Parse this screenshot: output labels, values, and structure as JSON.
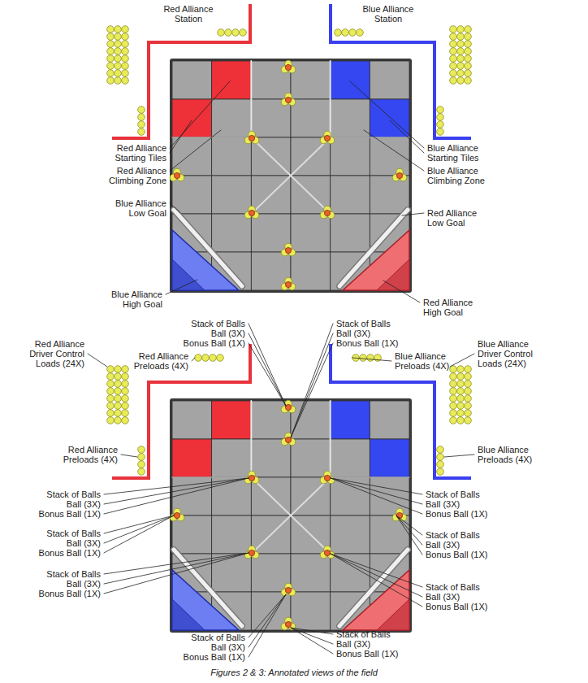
{
  "diagram": {
    "caption": "Figures 2 & 3: Annotated views of the field",
    "labels": [
      "Red Alliance Station",
      "Blue Alliance Station",
      "Red Alliance Starting Tiles",
      "Blue Alliance Starting Tiles",
      "Red Alliance Climbing Zone",
      "Blue Alliance Climbing Zone",
      "Blue Alliance Low Goal",
      "Red Alliance Low Goal",
      "Blue Alliance High Goal",
      "Red Alliance High Goal",
      "Stack of Balls",
      "Ball (3X)",
      "Bonus Ball (1X)",
      "Stack of Balls",
      "Ball (3X)",
      "Bonus Ball (1X)",
      "Red Alliance Driver Control Loads (24X)",
      "Red Alliance Preloads (4X)",
      "Blue Alliance Preloads (4X)",
      "Blue Alliance Driver Control Loads (24X)",
      "Red Alliance Preloads (4X)",
      "Blue Alliance Preloads (4X)",
      "Stack of Balls",
      "Ball (3X)",
      "Bonus Ball (1X)",
      "Stack of Balls",
      "Ball (3X)",
      "Bonus Ball (1X)",
      "Stack of Balls",
      "Ball (3X)",
      "Bonus Ball (1X)",
      "Stack of Balls",
      "Ball (3X)",
      "Bonus Ball (1X)",
      "Stack of Balls",
      "Ball (3X)",
      "Bonus Ball (1X)",
      "Stack of Balls",
      "Ball (3X)",
      "Bonus Ball (1X)",
      "Stack of Balls",
      "Ball (3X)",
      "Bonus Ball (1X)",
      "Stack of Balls",
      "Ball (3X)",
      "Bonus Ball (1X)"
    ]
  }
}
